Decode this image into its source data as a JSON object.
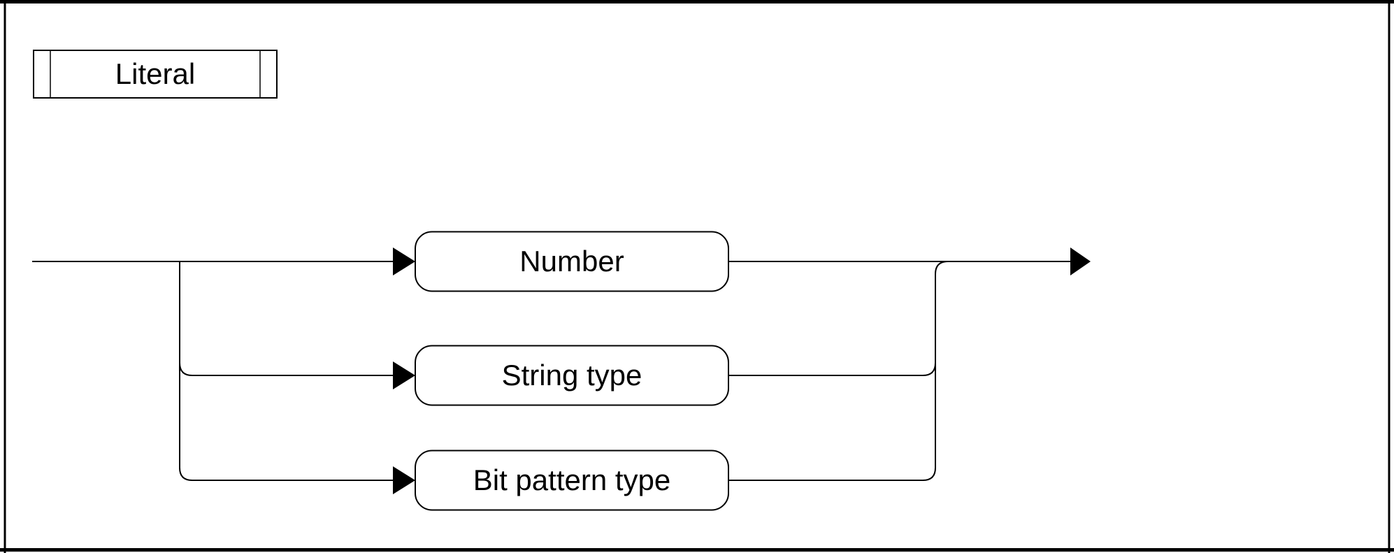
{
  "diagram": {
    "title": "Literal",
    "branches": [
      {
        "label": "Number"
      },
      {
        "label": "String type"
      },
      {
        "label": "Bit pattern type"
      }
    ]
  },
  "colors": {
    "line": "#000000",
    "background": "#ffffff"
  }
}
